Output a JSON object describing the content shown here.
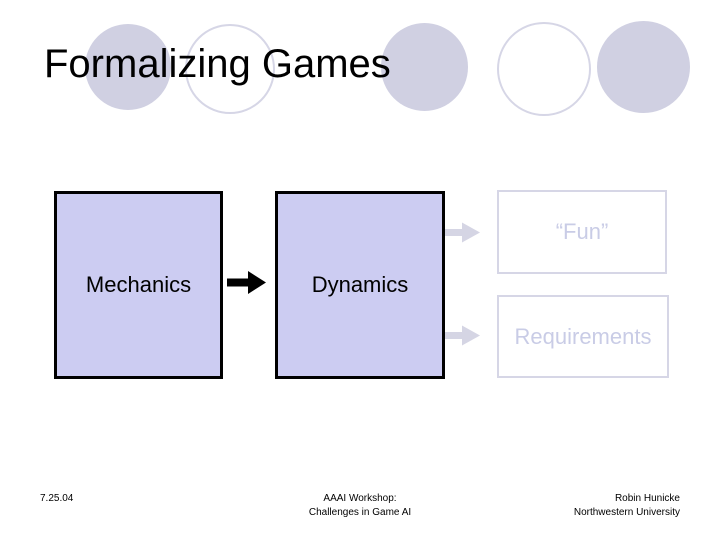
{
  "title": "Formalizing Games",
  "diagram": {
    "mechanics_label": "Mechanics",
    "dynamics_label": "Dynamics",
    "fun_label": "“Fun”",
    "requirements_label": "Requirements"
  },
  "footer": {
    "date": "7.25.04",
    "workshop_line1": "AAAI Workshop:",
    "workshop_line2": "Challenges in Game AI",
    "author_line1": "Robin Hunicke",
    "author_line2": "Northwestern University"
  },
  "colors": {
    "solid_box_fill": "#ccccf2",
    "solid_box_border": "#000000",
    "solid_arrow_fill": "#000000",
    "ghost_box_border": "#d6d6e6",
    "ghost_text": "#c9cce6",
    "ghost_arrow_fill": "#d5d5e4",
    "circle_fill": "#d0d0e2",
    "circle_stroke": "#d6d6e6",
    "title_color": "#000000"
  }
}
